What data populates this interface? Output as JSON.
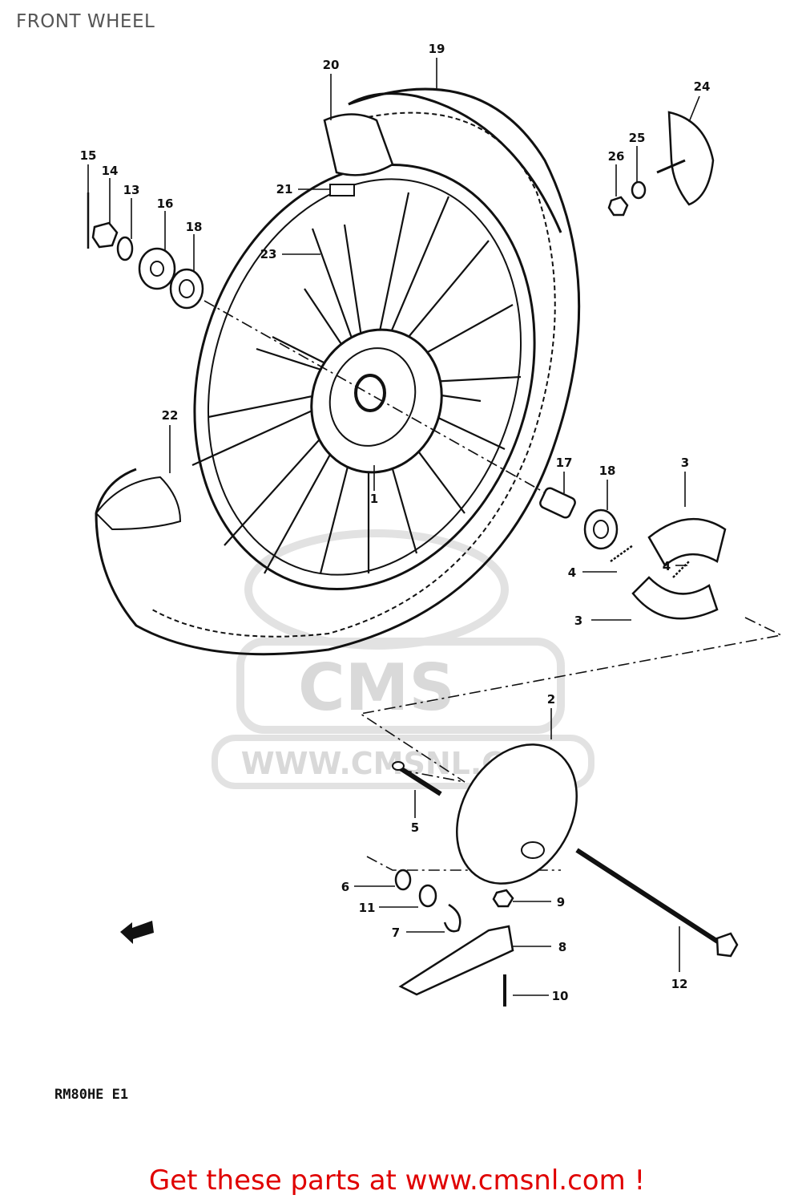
{
  "title": "FRONT WHEEL",
  "model_code": "RM80HE E1",
  "footer": {
    "text": "Get these parts at www.cmsnl.com !",
    "color": "#e00000"
  },
  "watermark": {
    "logo": "CMS",
    "url": "WWW.CMSNL.COM",
    "color": "#d9d9d9"
  },
  "callouts": [
    "1",
    "2",
    "3",
    "3",
    "4",
    "4",
    "5",
    "6",
    "7",
    "8",
    "9",
    "10",
    "11",
    "12",
    "13",
    "14",
    "15",
    "16",
    "17",
    "18",
    "18",
    "19",
    "20",
    "21",
    "22",
    "23",
    "24",
    "25",
    "26"
  ],
  "icons": [
    "front-direction-arrow-icon"
  ]
}
